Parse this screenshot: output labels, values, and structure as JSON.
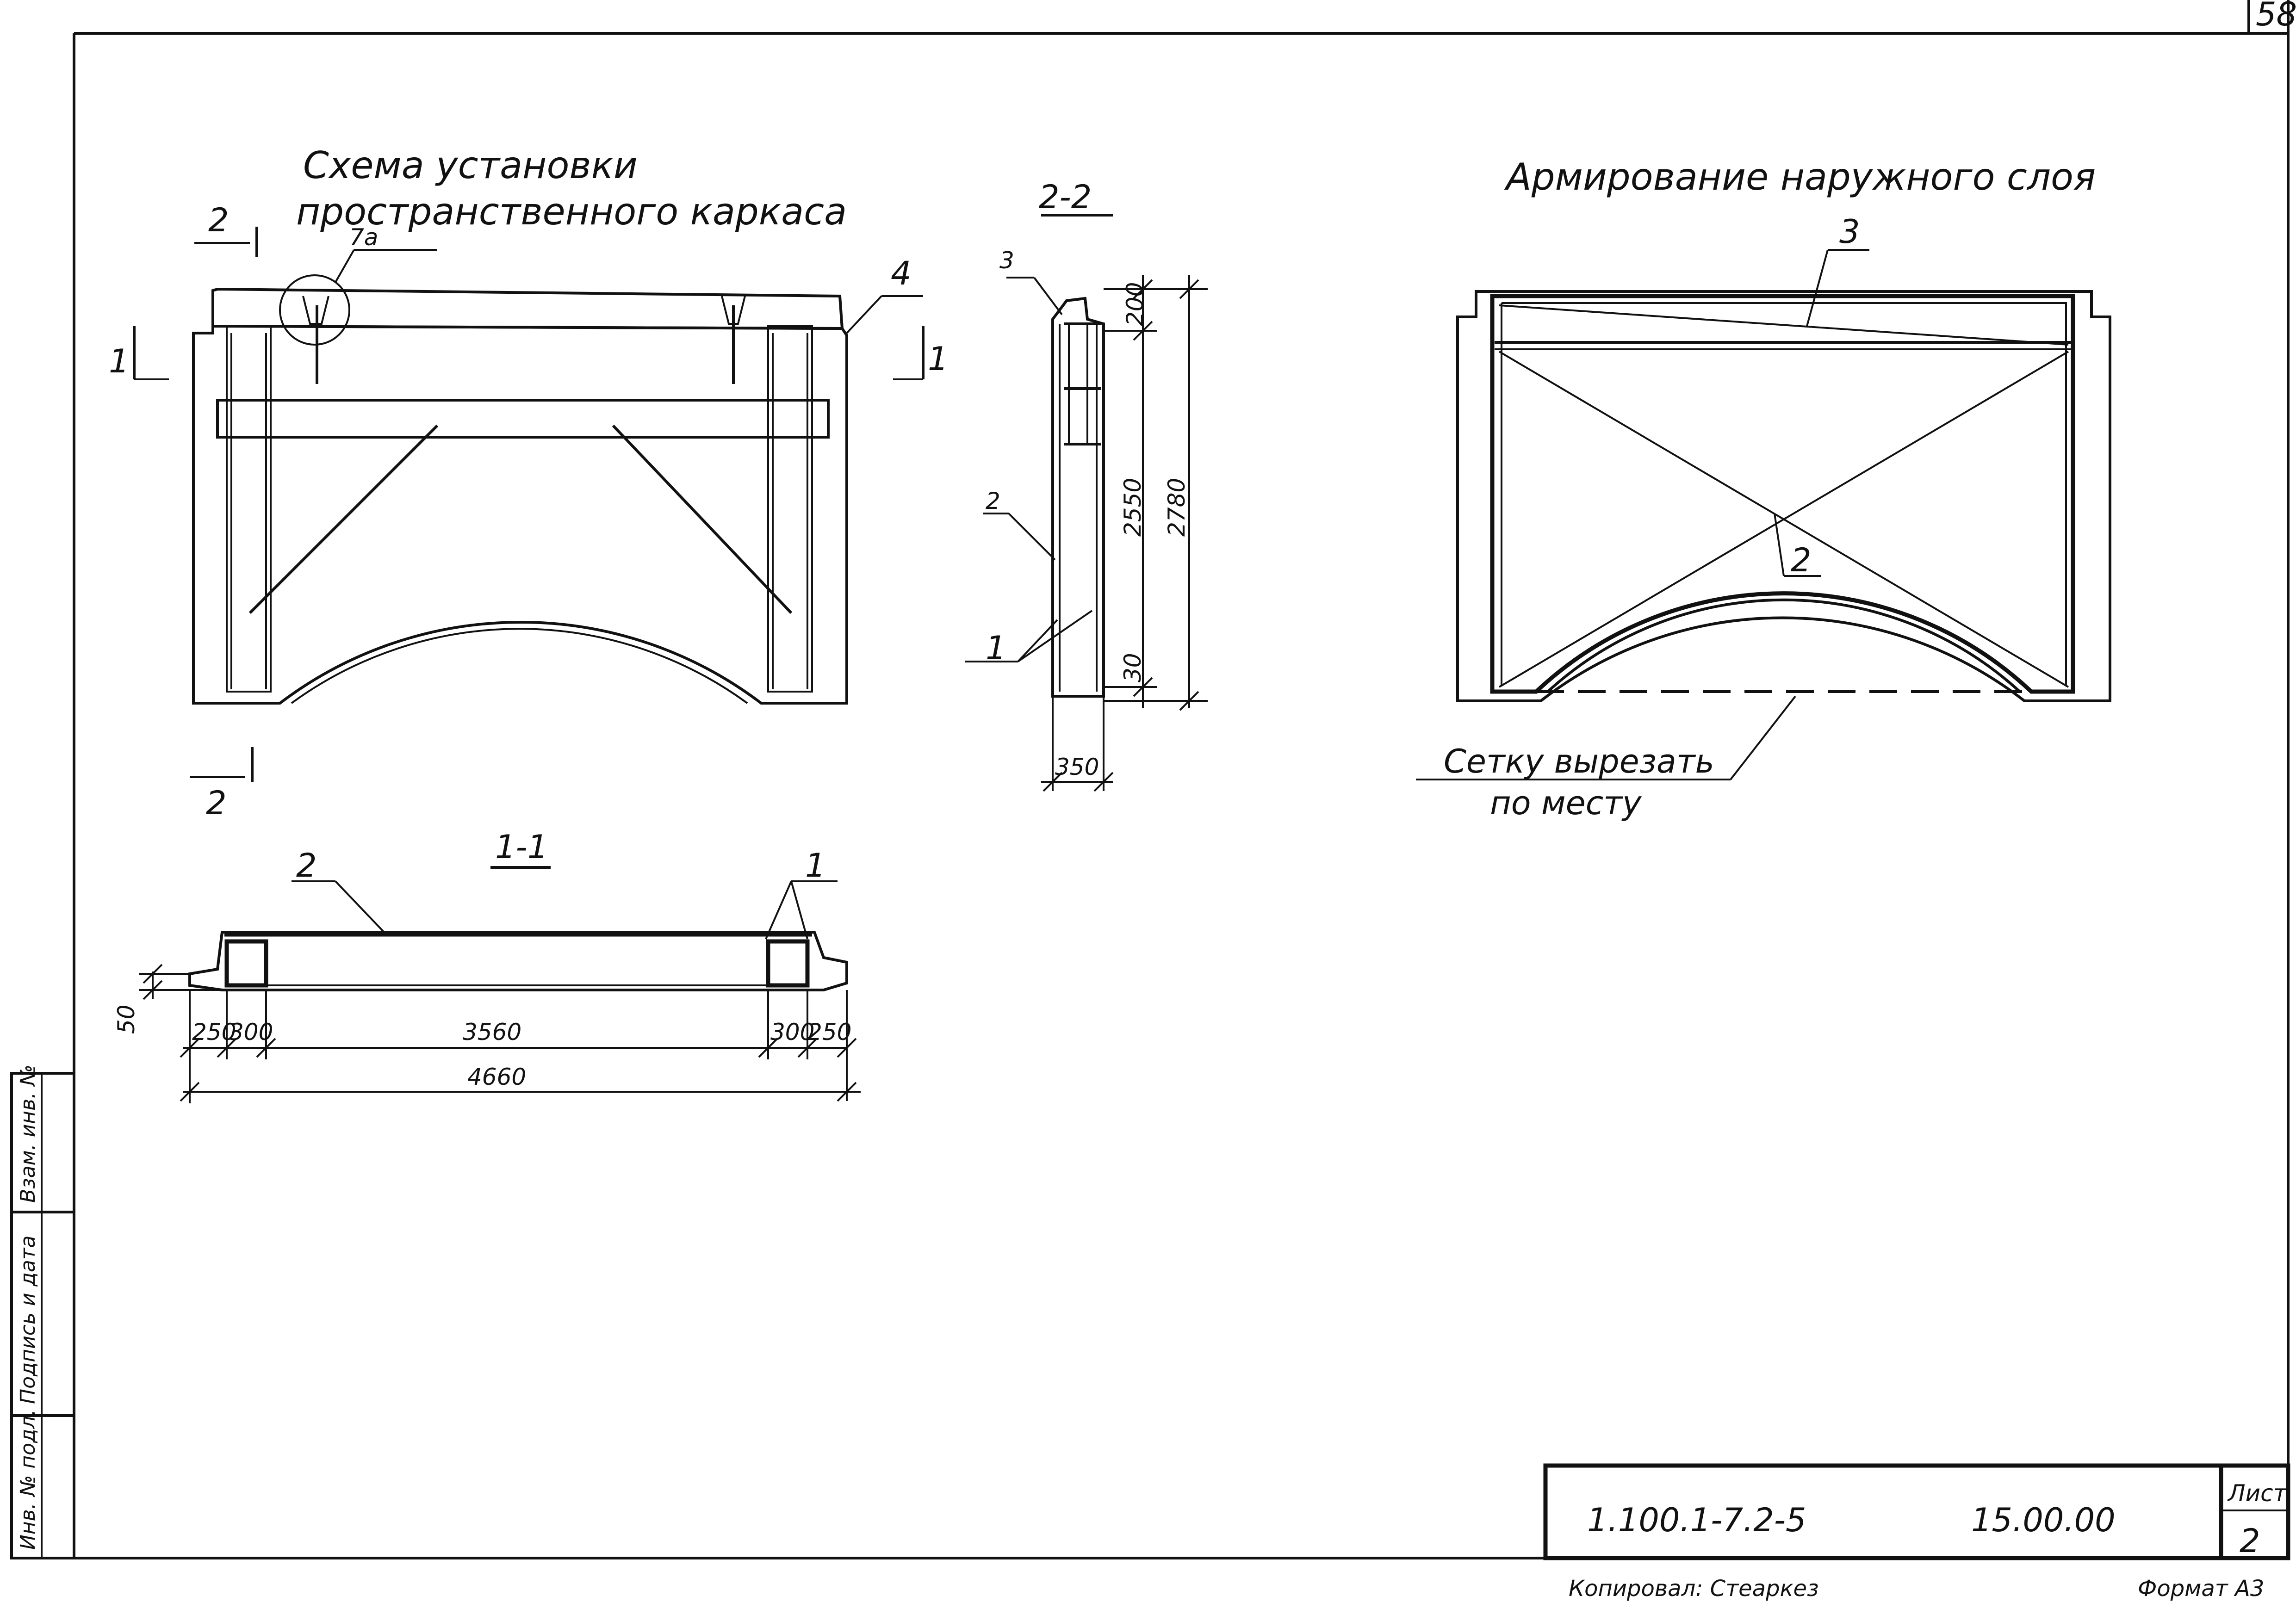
{
  "sheet": {
    "page_corner_number": "58",
    "stamp": {
      "doc_code": "1.100.1-7.2-5",
      "series_code": "15.00.00",
      "sheet_label": "Лист",
      "sheet_number": "2"
    },
    "footer": {
      "copied_by": "Копировал: Стеаркез",
      "format": "Формат А3"
    },
    "side_stamp": {
      "inv_original": "Инв. № подл.",
      "signature_date": "Подпись и дата",
      "replacement_inv": "Взам. инв. №"
    }
  },
  "install_scheme": {
    "title_line1": "Схема установки",
    "title_line2": "пространственного каркаса",
    "detail_callout": "7а",
    "cut_2_top": "2",
    "cut_2_bottom": "2",
    "cut_1_left": "1",
    "cut_1_right": "1",
    "marker_4": "4"
  },
  "section_2_2": {
    "title": "2-2",
    "marker_3": "3",
    "marker_2": "2",
    "marker_1": "1",
    "dim_200": "200",
    "dim_2550": "2550",
    "dim_2780": "2780",
    "dim_30": "30",
    "dim_350": "350"
  },
  "section_1_1": {
    "title": "1-1",
    "marker_2": "2",
    "marker_1": "1",
    "dim_50": "50",
    "dim_250_left": "250",
    "dim_300_left": "300",
    "dim_3560": "3560",
    "dim_300_right": "300",
    "dim_250_right": "250",
    "dim_4660": "4660"
  },
  "outer_reinforcement": {
    "title": "Армирование наружного слоя",
    "marker_3": "3",
    "marker_2": "2",
    "note_line1": "Сетку вырезать",
    "note_line2": "по месту"
  }
}
